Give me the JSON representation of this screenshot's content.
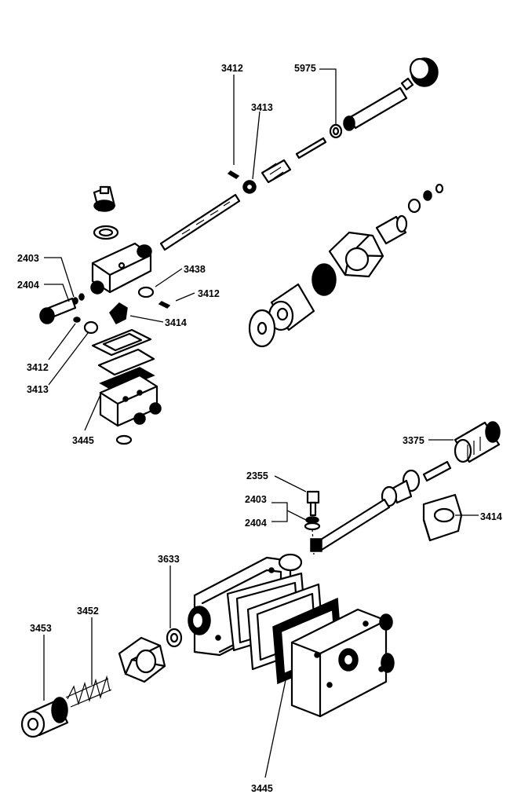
{
  "labels": {
    "upper_3412_top": "3412",
    "upper_5975": "5975",
    "upper_3413_top": "3413",
    "upper_2403": "2403",
    "upper_2404": "2404",
    "upper_3438": "3438",
    "upper_3412_right": "3412",
    "upper_3414": "3414",
    "upper_3412_left": "3412",
    "upper_3413_left": "3413",
    "upper_3445": "3445",
    "lower_3375": "3375",
    "lower_2355": "2355",
    "lower_2403": "2403",
    "lower_2404": "2404",
    "lower_3414": "3414",
    "lower_3633": "3633",
    "lower_3452": "3452",
    "lower_3453": "3453",
    "lower_3445": "3445"
  }
}
